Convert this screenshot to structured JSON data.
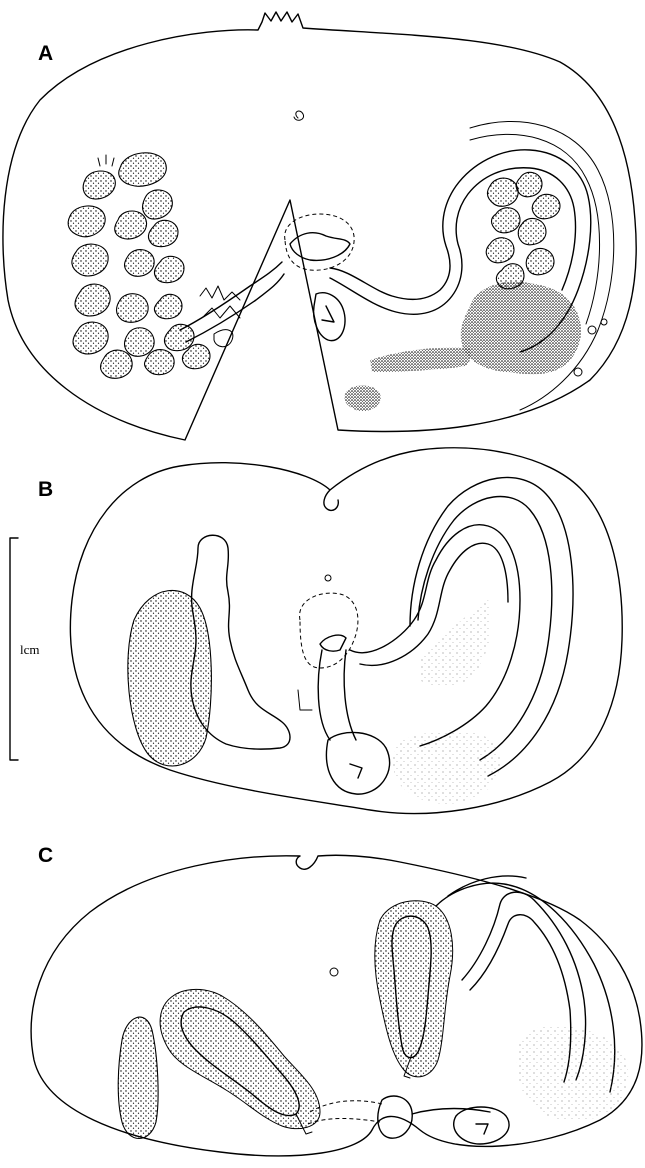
{
  "figure": {
    "panels": [
      {
        "id": "A",
        "label": "A"
      },
      {
        "id": "B",
        "label": "B"
      },
      {
        "id": "C",
        "label": "C"
      }
    ],
    "scale_bar": {
      "label": "lcm"
    }
  }
}
